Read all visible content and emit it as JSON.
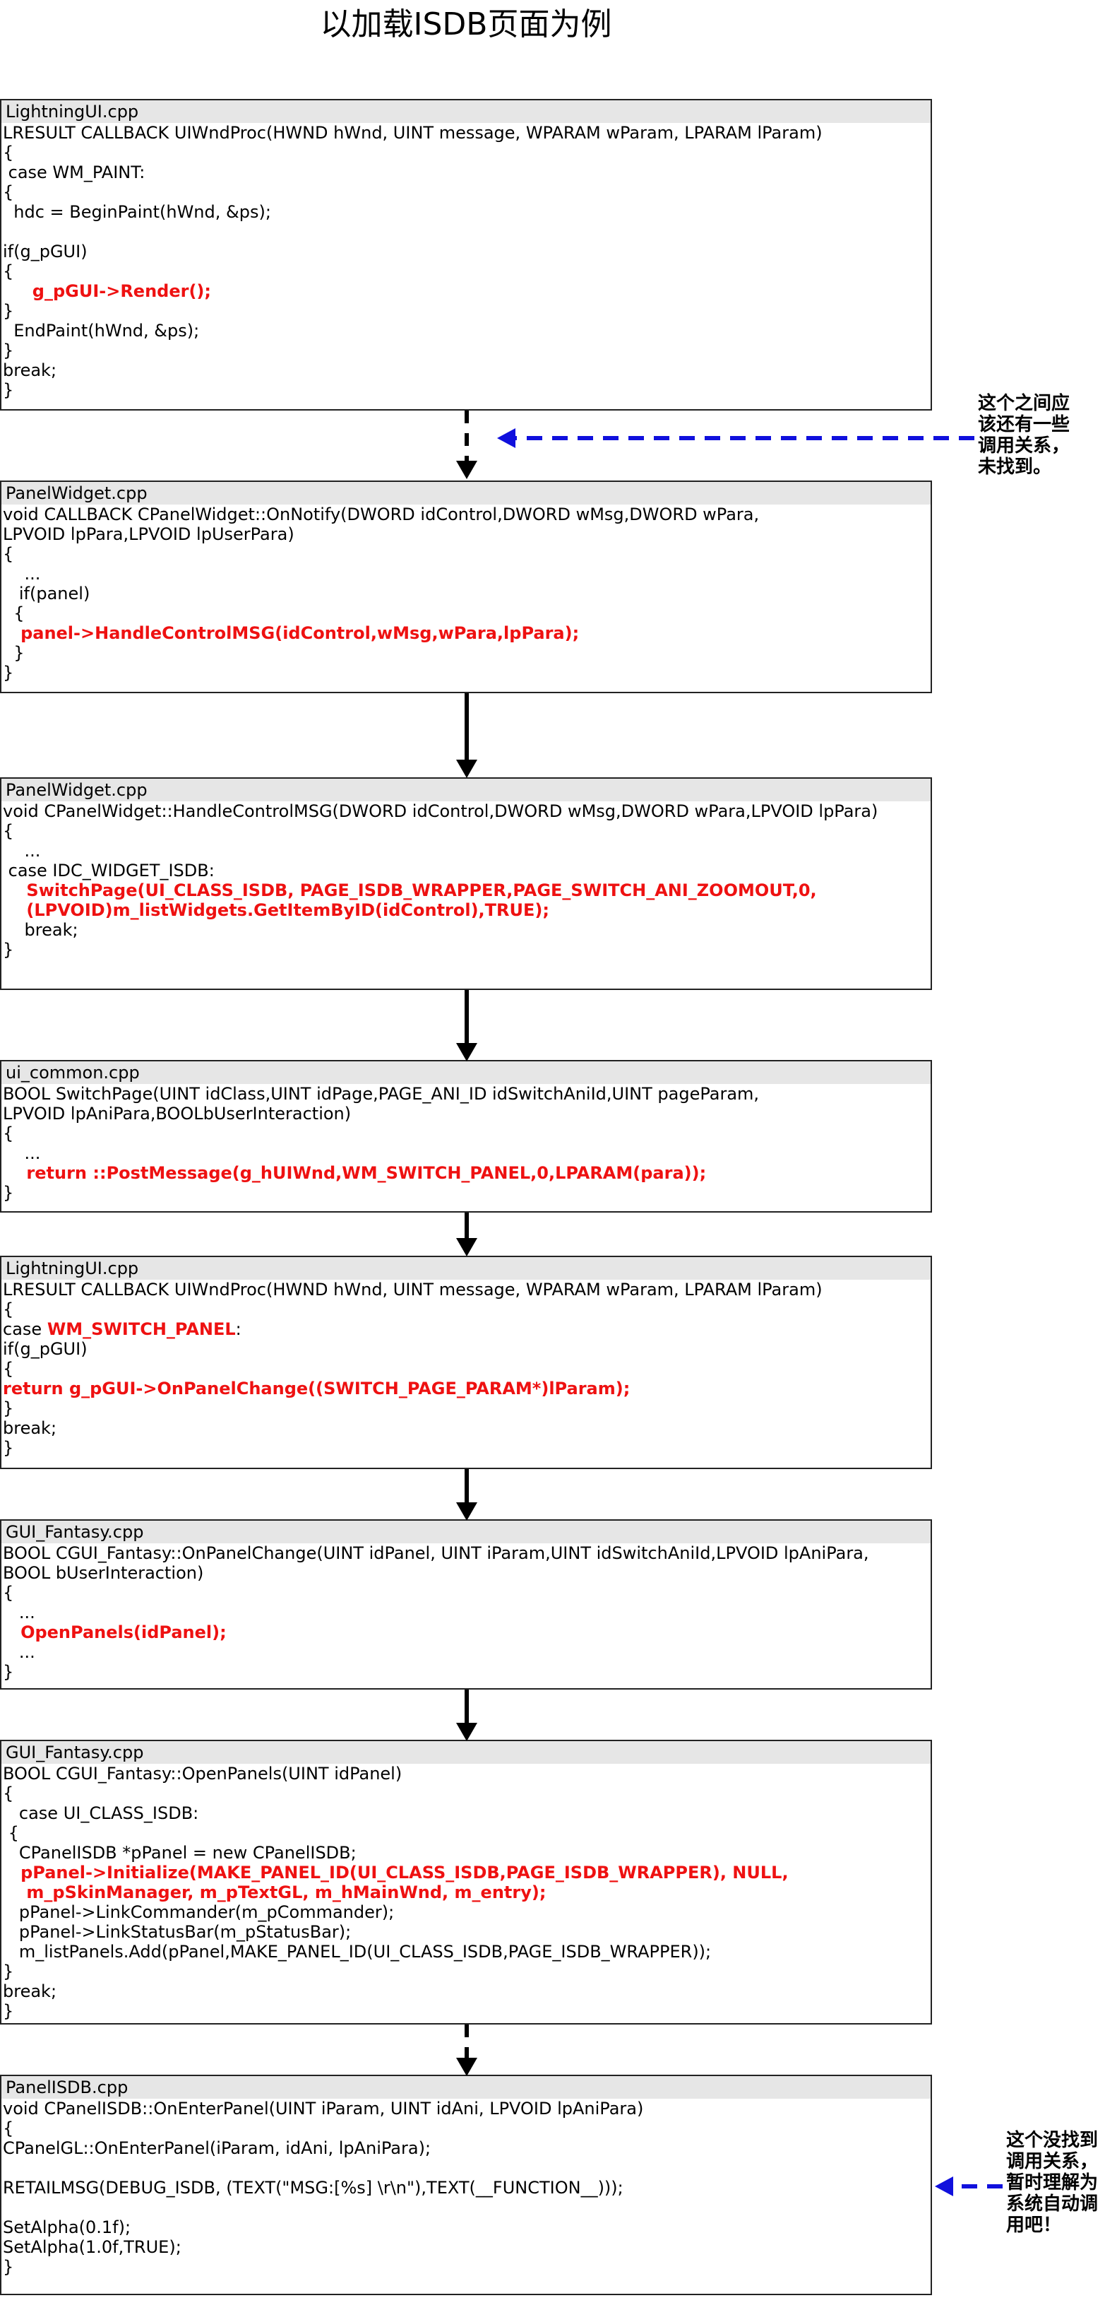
{
  "title": "以加载ISDB页面为例",
  "boxes": [
    {
      "file": "LightningUI.cpp",
      "lines": [
        {
          "t": "LRESULT CALLBACK UIWndProc(HWND hWnd, UINT message, WPARAM wParam, LPARAM lParam)"
        },
        {
          "t": "{"
        },
        {
          "t": " case WM_PAINT:"
        },
        {
          "t": "{"
        },
        {
          "t": "  hdc = BeginPaint(hWnd, &ps);"
        },
        {
          "t": ""
        },
        {
          "t": "if(g_pGUI)"
        },
        {
          "t": "{"
        },
        {
          "t": "     g_pGUI->Render();",
          "hl": true
        },
        {
          "t": "}"
        },
        {
          "t": "  EndPaint(hWnd, &ps);"
        },
        {
          "t": "}"
        },
        {
          "t": "break;"
        },
        {
          "t": "}"
        }
      ]
    },
    {
      "file": "PanelWidget.cpp",
      "lines": [
        {
          "t": "void CALLBACK CPanelWidget::OnNotify(DWORD idControl,DWORD wMsg,DWORD wPara,"
        },
        {
          "t": "LPVOID lpPara,LPVOID lpUserPara)"
        },
        {
          "t": "{"
        },
        {
          "t": "    ..."
        },
        {
          "t": "   if(panel)"
        },
        {
          "t": "  {"
        },
        {
          "t": "   panel->HandleControlMSG(idControl,wMsg,wPara,lpPara);",
          "hl": true
        },
        {
          "t": "  }"
        },
        {
          "t": "}"
        }
      ]
    },
    {
      "file": "PanelWidget.cpp",
      "lines": [
        {
          "t": "void CPanelWidget::HandleControlMSG(DWORD idControl,DWORD wMsg,DWORD wPara,LPVOID lpPara)"
        },
        {
          "t": "{"
        },
        {
          "t": "    ..."
        },
        {
          "t": " case IDC_WIDGET_ISDB:"
        },
        {
          "t": "    SwitchPage(UI_CLASS_ISDB, PAGE_ISDB_WRAPPER,PAGE_SWITCH_ANI_ZOOMOUT,0,",
          "hl": true
        },
        {
          "t": "    (LPVOID)m_listWidgets.GetItemByID(idControl),TRUE);",
          "hl": true
        },
        {
          "t": "    break;"
        },
        {
          "t": "}"
        }
      ]
    },
    {
      "file": "ui_common.cpp",
      "lines": [
        {
          "t": "BOOL SwitchPage(UINT idClass,UINT idPage,PAGE_ANI_ID idSwitchAniId,UINT pageParam,"
        },
        {
          "t": "LPVOID lpAniPara,BOOLbUserInteraction)"
        },
        {
          "t": "{"
        },
        {
          "t": "    ..."
        },
        {
          "t": "    return ::PostMessage(g_hUIWnd,WM_SWITCH_PANEL,0,LPARAM(para));",
          "hl": true
        },
        {
          "t": "}"
        }
      ]
    },
    {
      "file": "LightningUI.cpp",
      "lines": [
        {
          "t": "LRESULT CALLBACK UIWndProc(HWND hWnd, UINT message, WPARAM wParam, LPARAM lParam)"
        },
        {
          "t": "{"
        },
        {
          "parts": [
            {
              "t": "case "
            },
            {
              "t": "WM_SWITCH_PANEL",
              "red": true
            },
            {
              "t": ":"
            }
          ]
        },
        {
          "t": "if(g_pGUI)"
        },
        {
          "t": "{"
        },
        {
          "t": "return g_pGUI->OnPanelChange((SWITCH_PAGE_PARAM*)lParam);",
          "hl": true
        },
        {
          "t": "}"
        },
        {
          "t": "break;"
        },
        {
          "t": "}"
        }
      ]
    },
    {
      "file": "GUI_Fantasy.cpp",
      "lines": [
        {
          "t": "BOOL CGUI_Fantasy::OnPanelChange(UINT idPanel, UINT iParam,UINT idSwitchAniId,LPVOID lpAniPara,"
        },
        {
          "t": "BOOL bUserInteraction)"
        },
        {
          "t": "{"
        },
        {
          "t": "   ..."
        },
        {
          "t": "   OpenPanels(idPanel);",
          "hl": true
        },
        {
          "t": "   ..."
        },
        {
          "t": "}"
        }
      ]
    },
    {
      "file": "GUI_Fantasy.cpp",
      "lines": [
        {
          "t": "BOOL CGUI_Fantasy::OpenPanels(UINT idPanel)"
        },
        {
          "t": "{"
        },
        {
          "t": "   case UI_CLASS_ISDB:"
        },
        {
          "t": " {"
        },
        {
          "t": "   CPanelISDB *pPanel = new CPanelISDB;"
        },
        {
          "t": "   pPanel->Initialize(MAKE_PANEL_ID(UI_CLASS_ISDB,PAGE_ISDB_WRAPPER), NULL,",
          "hl": true
        },
        {
          "t": "    m_pSkinManager, m_pTextGL, m_hMainWnd, m_entry);",
          "hl": true
        },
        {
          "t": "   pPanel->LinkCommander(m_pCommander);"
        },
        {
          "t": "   pPanel->LinkStatusBar(m_pStatusBar);"
        },
        {
          "t": "   m_listPanels.Add(pPanel,MAKE_PANEL_ID(UI_CLASS_ISDB,PAGE_ISDB_WRAPPER));"
        },
        {
          "t": "}"
        },
        {
          "t": "break;"
        },
        {
          "t": "}"
        }
      ]
    },
    {
      "file": "PanelISDB.cpp",
      "lines": [
        {
          "t": "void CPanelISDB::OnEnterPanel(UINT iParam, UINT idAni, LPVOID lpAniPara)"
        },
        {
          "t": "{"
        },
        {
          "t": "CPanelGL::OnEnterPanel(iParam, idAni, lpAniPara);"
        },
        {
          "t": ""
        },
        {
          "t": "RETAILMSG(DEBUG_ISDB, (TEXT(\"MSG:[%s] \\r\\n\"),TEXT(__FUNCTION__)));"
        },
        {
          "t": ""
        },
        {
          "t": "SetAlpha(0.1f);"
        },
        {
          "t": "SetAlpha(1.0f,TRUE);"
        },
        {
          "t": "}"
        }
      ]
    }
  ],
  "notes": [
    {
      "text": "这个之间应\n该还有一些\n调用关系，\n未找到。"
    },
    {
      "text": "这个没找到\n调用关系，\n暂时理解为\n系统自动调\n用吧！"
    }
  ],
  "colors": {
    "highlight": "#ee1111",
    "arrow": "#000000",
    "note_arrow": "#1010dd",
    "header_bg": "#e6e6e6"
  }
}
